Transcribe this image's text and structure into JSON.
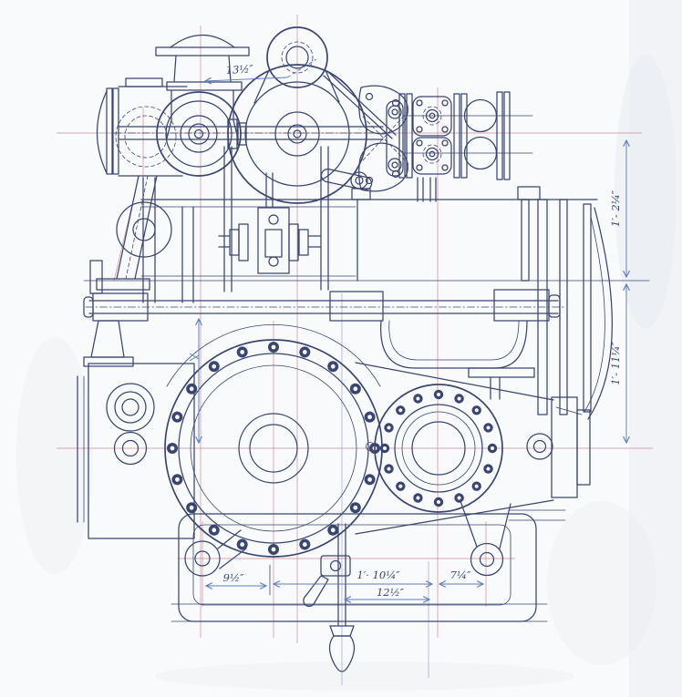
{
  "drawing": {
    "colors": {
      "paper": "#f9fafb",
      "ink": "#3a4670",
      "centerline": "#c4788e",
      "centerline_alt": "#9a9ad8",
      "dimension": "#5b7cc0"
    },
    "annotations": {
      "top_width": "13½″",
      "right_upper": "1′- 2¼″",
      "right_lower": "1′- 11¼″",
      "bottom_left": "9½″",
      "bottom_center": "1′· 10¼″",
      "bottom_right": "7¼″",
      "bottom_overall": "12½″"
    }
  }
}
